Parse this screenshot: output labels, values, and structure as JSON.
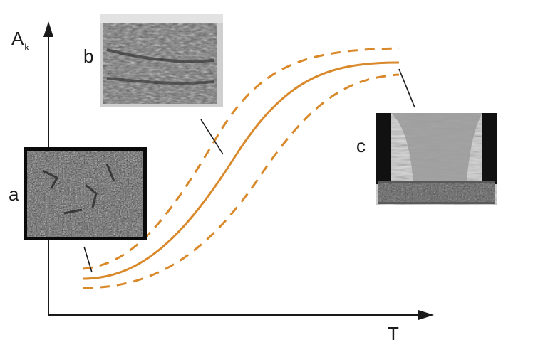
{
  "axes": {
    "y_label_main": "A",
    "y_label_sub": "k",
    "x_label": "T"
  },
  "curve": {
    "color": "#d9892a",
    "style_center": "solid",
    "style_band": "dashed"
  },
  "photos": [
    {
      "label": "a",
      "description_icon": "fracture-surface-brittle"
    },
    {
      "label": "b",
      "description_icon": "fracture-surface-mixed"
    },
    {
      "label": "c",
      "description_icon": "fracture-surface-ductile"
    }
  ]
}
